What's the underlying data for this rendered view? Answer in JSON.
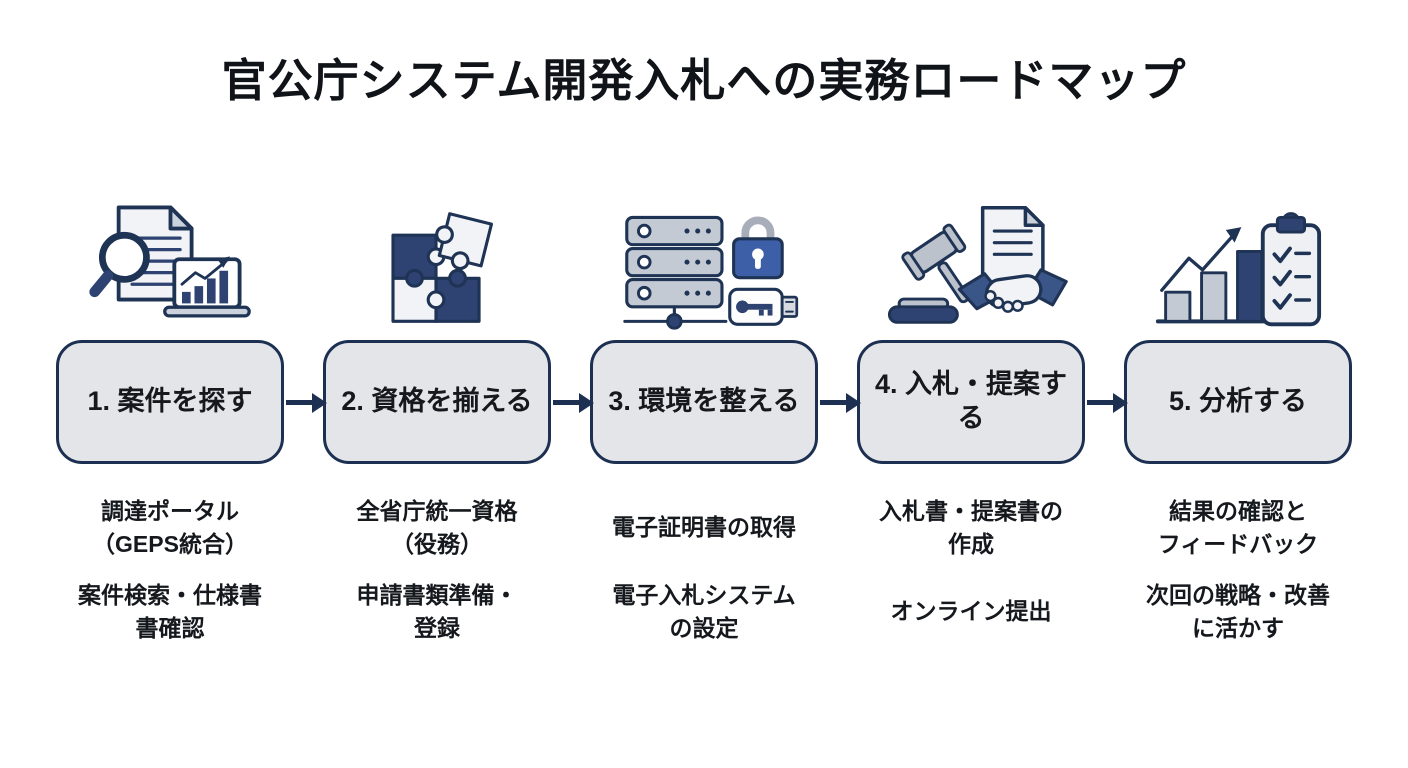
{
  "title": "官公庁システム開発入札への実務ロードマップ",
  "colors": {
    "outline_navy": "#1f3455",
    "fill_navy": "#2e4372",
    "sleeve_blue": "#3a5588",
    "accent_blue": "#3c5fa8",
    "box_fill": "#e3e5e9",
    "box_border": "#1d3052",
    "icon_gray": "#c4cad3",
    "paper_light": "#f1f3f6",
    "text": "#15181d",
    "background": "#ffffff"
  },
  "steps": [
    {
      "icon": "search-document-laptop-icon",
      "label": "1. 案件を探す",
      "details": [
        "調達ポータル\n（GEPS統合）",
        "案件検索・仕様書\n書確認"
      ]
    },
    {
      "icon": "puzzle-pieces-icon",
      "label": "2. 資格を揃える",
      "details": [
        "全省庁統一資格\n（役務）",
        "申請書類準備・\n登録"
      ]
    },
    {
      "icon": "server-lock-key-icon",
      "label": "3. 環境を整える",
      "details": [
        "電子証明書の取得",
        "電子入札システム\nの設定"
      ]
    },
    {
      "icon": "gavel-handshake-icon",
      "label": "4. 入札・提案す\nる",
      "details": [
        "入札書・提案書の\n作成",
        "オンライン提出"
      ]
    },
    {
      "icon": "trend-chart-clipboard-icon",
      "label": "5. 分析する",
      "details": [
        "結果の確認と\nフィードバック",
        "次回の戦略・改善\nに活かす"
      ]
    }
  ]
}
